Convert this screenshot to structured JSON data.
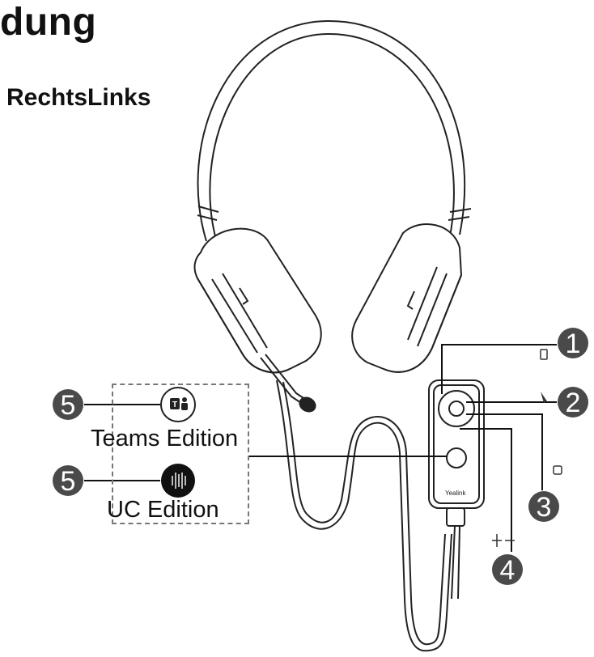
{
  "title": "dung",
  "side_labels": {
    "right": "Rechts",
    "left": "Links"
  },
  "callouts": [
    {
      "num": "1"
    },
    {
      "num": "2"
    },
    {
      "num": "3"
    },
    {
      "num": "4"
    },
    {
      "num": "5"
    },
    {
      "num": "5"
    }
  ],
  "editions": {
    "teams": "Teams Edition",
    "uc": "UC Edition"
  },
  "device_brand": "Yealink",
  "colors": {
    "badge": "#4a4a4a",
    "stroke": "#111111",
    "dashed_box": "#777777"
  },
  "icons": [
    "teams-icon",
    "uc-icon",
    "phone-icon",
    "mic-mute-icon",
    "headset-icon",
    "volume-icon"
  ]
}
